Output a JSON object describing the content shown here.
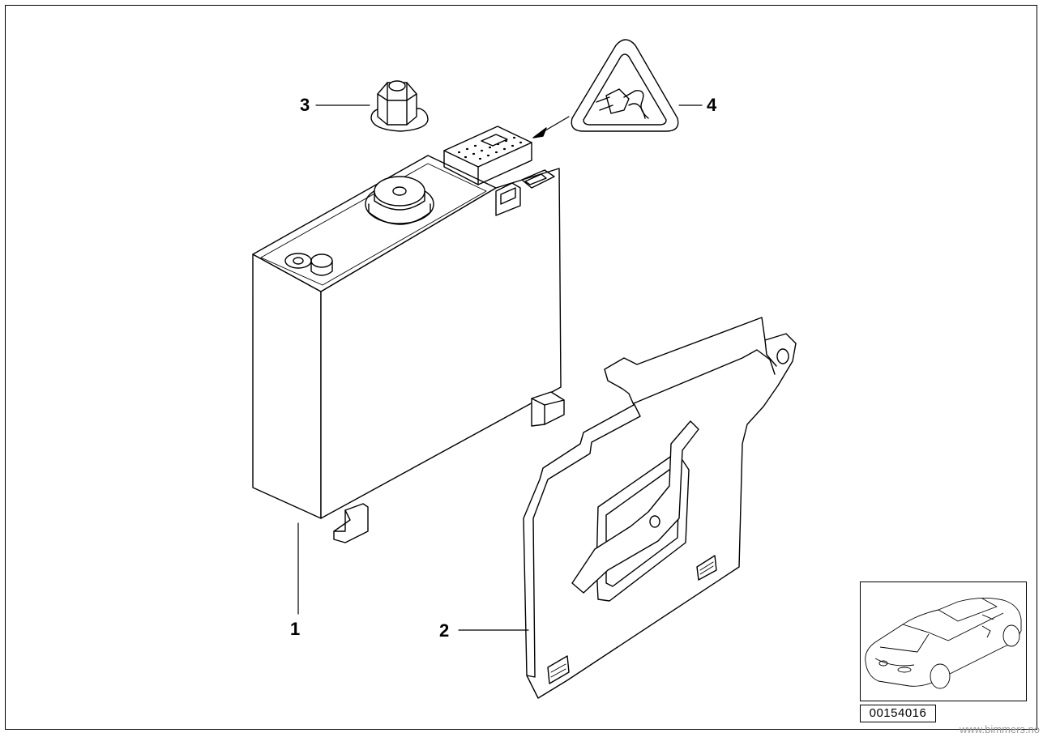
{
  "callouts": [
    {
      "id": "1",
      "label": "1"
    },
    {
      "id": "2",
      "label": "2"
    },
    {
      "id": "3",
      "label": "3"
    },
    {
      "id": "4",
      "label": "4"
    }
  ],
  "diagram_id": "00154016",
  "watermark": "www.bimmers.no",
  "icons": [
    "warning-triangle-icon",
    "plug-icon",
    "car-thumbnail-icon"
  ],
  "colors": {
    "line": "#000000",
    "background": "#ffffff",
    "watermark": "#9a9a9a"
  }
}
